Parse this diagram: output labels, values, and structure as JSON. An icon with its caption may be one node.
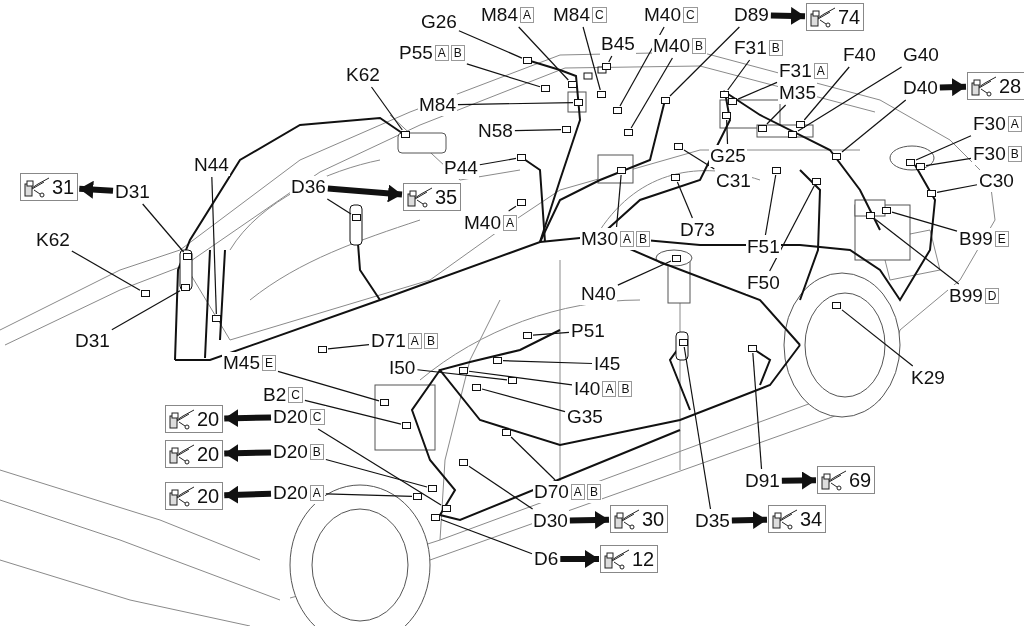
{
  "diagram": {
    "nodes": [
      {
        "text": [
          "G26"
        ]
      },
      {
        "text": [
          "M84",
          "A"
        ]
      },
      {
        "text": [
          "M84",
          "C"
        ]
      },
      {
        "text": [
          "M40",
          "C"
        ]
      },
      {
        "text": [
          "D89"
        ]
      },
      {
        "text": [
          "B45"
        ]
      },
      {
        "text": [
          "P55",
          "A",
          "B"
        ]
      },
      {
        "text": [
          "M40",
          "B"
        ]
      },
      {
        "text": [
          "K62"
        ]
      },
      {
        "text": [
          "F31",
          "B"
        ]
      },
      {
        "text": [
          "F31",
          "A"
        ]
      },
      {
        "text": [
          "F40"
        ]
      },
      {
        "text": [
          "G40"
        ]
      },
      {
        "text": [
          "M35"
        ]
      },
      {
        "text": [
          "D40"
        ]
      },
      {
        "text": [
          "M84"
        ]
      },
      {
        "text": [
          "N58"
        ]
      },
      {
        "text": [
          "F30",
          "A"
        ]
      },
      {
        "text": [
          "G25"
        ]
      },
      {
        "text": [
          "F30",
          "B"
        ]
      },
      {
        "text": [
          "C31"
        ]
      },
      {
        "text": [
          "N44"
        ]
      },
      {
        "text": [
          "P44"
        ]
      },
      {
        "text": [
          "D36"
        ]
      },
      {
        "text": [
          "D31"
        ]
      },
      {
        "text": [
          "C30"
        ]
      },
      {
        "text": [
          "K62"
        ]
      },
      {
        "text": [
          "M40",
          "A"
        ]
      },
      {
        "text": [
          "D73"
        ]
      },
      {
        "text": [
          "M30",
          "A",
          "B"
        ]
      },
      {
        "text": [
          "F51"
        ]
      },
      {
        "text": [
          "B99",
          "E"
        ]
      },
      {
        "text": [
          "F50"
        ]
      },
      {
        "text": [
          "N40"
        ]
      },
      {
        "text": [
          "B99",
          "D"
        ]
      },
      {
        "text": [
          "D31"
        ]
      },
      {
        "text": [
          "D71",
          "A",
          "B"
        ]
      },
      {
        "text": [
          "P51"
        ]
      },
      {
        "text": [
          "I50"
        ]
      },
      {
        "text": [
          "M45",
          "E"
        ]
      },
      {
        "text": [
          "I45"
        ]
      },
      {
        "text": [
          "B2",
          "C"
        ]
      },
      {
        "text": [
          "I40",
          "A",
          "B"
        ]
      },
      {
        "text": [
          "G35"
        ]
      },
      {
        "text": [
          "D20",
          "C"
        ]
      },
      {
        "text": [
          "D20",
          "B"
        ]
      },
      {
        "text": [
          "D20",
          "A"
        ]
      },
      {
        "text": [
          "D70",
          "A",
          "B"
        ]
      },
      {
        "text": [
          "D30"
        ]
      },
      {
        "text": [
          "D35"
        ]
      },
      {
        "text": [
          "D91"
        ]
      },
      {
        "text": [
          "K29"
        ]
      },
      {
        "text": [
          "D6"
        ]
      },
      {
        "text": [
          "74"
        ]
      },
      {
        "text": [
          "28"
        ]
      },
      {
        "text": [
          "35"
        ]
      },
      {
        "text": [
          "31"
        ]
      },
      {
        "text": [
          "20"
        ]
      },
      {
        "text": [
          "20"
        ]
      },
      {
        "text": [
          "20"
        ]
      },
      {
        "text": [
          "30"
        ]
      },
      {
        "text": [
          "34"
        ]
      },
      {
        "text": [
          "69"
        ]
      },
      {
        "text": [
          "12"
        ]
      },
      {
        "text": [],
        "shape": "box"
      },
      {
        "text": [],
        "shape": "box"
      },
      {
        "text": [],
        "shape": "box"
      },
      {
        "text": [],
        "shape": "box"
      },
      {
        "text": [],
        "shape": "box"
      },
      {
        "text": [],
        "shape": "box"
      },
      {
        "text": [],
        "shape": "box"
      },
      {
        "text": [],
        "shape": "box"
      },
      {
        "text": [],
        "shape": "box"
      },
      {
        "text": [],
        "shape": "box"
      },
      {
        "text": [],
        "shape": "box"
      },
      {
        "text": [],
        "shape": "box"
      },
      {
        "text": [],
        "shape": "box"
      },
      {
        "text": [],
        "shape": "box"
      },
      {
        "text": [],
        "shape": "box"
      },
      {
        "text": [],
        "shape": "box"
      },
      {
        "text": [],
        "shape": "box"
      },
      {
        "text": [],
        "shape": "box"
      },
      {
        "text": [],
        "shape": "box"
      },
      {
        "text": [],
        "shape": "box"
      },
      {
        "text": [],
        "shape": "box"
      },
      {
        "text": [],
        "shape": "box"
      },
      {
        "text": [],
        "shape": "box"
      },
      {
        "text": [],
        "shape": "box"
      },
      {
        "text": [],
        "shape": "box"
      },
      {
        "text": [],
        "shape": "box"
      },
      {
        "text": [],
        "shape": "box"
      },
      {
        "text": [],
        "shape": "box"
      },
      {
        "text": [],
        "shape": "box"
      },
      {
        "text": [],
        "shape": "box"
      },
      {
        "text": [],
        "shape": "box"
      },
      {
        "text": [],
        "shape": "box"
      },
      {
        "text": [],
        "shape": "box"
      },
      {
        "text": [],
        "shape": "box"
      },
      {
        "text": [],
        "shape": "box"
      },
      {
        "text": [],
        "shape": "box"
      },
      {
        "text": [],
        "shape": "box"
      },
      {
        "text": [],
        "shape": "box"
      },
      {
        "text": [],
        "shape": "box"
      },
      {
        "text": [],
        "shape": "box"
      },
      {
        "text": [],
        "shape": "box"
      },
      {
        "text": [],
        "shape": "box"
      },
      {
        "text": [],
        "shape": "box"
      },
      {
        "text": [],
        "shape": "box"
      },
      {
        "text": [],
        "shape": "box"
      },
      {
        "text": [],
        "shape": "box"
      },
      {
        "text": [],
        "shape": "box"
      },
      {
        "text": [],
        "shape": "box"
      },
      {
        "text": [],
        "shape": "box"
      },
      {
        "text": [],
        "shape": "box"
      },
      {
        "text": [],
        "shape": "box"
      },
      {
        "text": [],
        "shape": "box"
      },
      {
        "text": [],
        "shape": "box"
      }
    ],
    "edges": [
      {
        "from": 0,
        "to": 64,
        "arrow": "none"
      },
      {
        "from": 1,
        "to": 65,
        "arrow": "none"
      },
      {
        "from": 2,
        "to": 66,
        "arrow": "none"
      },
      {
        "from": 3,
        "to": 67,
        "arrow": "none"
      },
      {
        "from": 4,
        "to": 68,
        "arrow": "none"
      },
      {
        "from": 5,
        "to": 69,
        "arrow": "none"
      },
      {
        "from": 6,
        "to": 70,
        "arrow": "none"
      },
      {
        "from": 7,
        "to": 71,
        "arrow": "none"
      },
      {
        "from": 8,
        "to": 72,
        "arrow": "none"
      },
      {
        "from": 9,
        "to": 73,
        "arrow": "none"
      },
      {
        "from": 10,
        "to": 74,
        "arrow": "none"
      },
      {
        "from": 11,
        "to": 75,
        "arrow": "none"
      },
      {
        "from": 12,
        "to": 76,
        "arrow": "none"
      },
      {
        "from": 13,
        "to": 77,
        "arrow": "none"
      },
      {
        "from": 14,
        "to": 78,
        "arrow": "none"
      },
      {
        "from": 15,
        "to": 79,
        "arrow": "none"
      },
      {
        "from": 16,
        "to": 80,
        "arrow": "none"
      },
      {
        "from": 17,
        "to": 81,
        "arrow": "none"
      },
      {
        "from": 18,
        "to": 82,
        "arrow": "none"
      },
      {
        "from": 19,
        "to": 83,
        "arrow": "none"
      },
      {
        "from": 20,
        "to": 84,
        "arrow": "none"
      },
      {
        "from": 21,
        "to": 85,
        "arrow": "none"
      },
      {
        "from": 22,
        "to": 86,
        "arrow": "none"
      },
      {
        "from": 23,
        "to": 87,
        "arrow": "none"
      },
      {
        "from": 24,
        "to": 88,
        "arrow": "none"
      },
      {
        "from": 25,
        "to": 89,
        "arrow": "none"
      },
      {
        "from": 26,
        "to": 90,
        "arrow": "none"
      },
      {
        "from": 27,
        "to": 91,
        "arrow": "none"
      },
      {
        "from": 28,
        "to": 92,
        "arrow": "none"
      },
      {
        "from": 29,
        "to": 93,
        "arrow": "none"
      },
      {
        "from": 30,
        "to": 94,
        "arrow": "none"
      },
      {
        "from": 31,
        "to": 95,
        "arrow": "none"
      },
      {
        "from": 32,
        "to": 96,
        "arrow": "none"
      },
      {
        "from": 33,
        "to": 97,
        "arrow": "none"
      },
      {
        "from": 34,
        "to": 98,
        "arrow": "none"
      },
      {
        "from": 35,
        "to": 99,
        "arrow": "none"
      },
      {
        "from": 36,
        "to": 100,
        "arrow": "none"
      },
      {
        "from": 37,
        "to": 101,
        "arrow": "none"
      },
      {
        "from": 38,
        "to": 102,
        "arrow": "none"
      },
      {
        "from": 39,
        "to": 103,
        "arrow": "none"
      },
      {
        "from": 40,
        "to": 104,
        "arrow": "none"
      },
      {
        "from": 41,
        "to": 105,
        "arrow": "none"
      },
      {
        "from": 42,
        "to": 106,
        "arrow": "none"
      },
      {
        "from": 43,
        "to": 107,
        "arrow": "none"
      },
      {
        "from": 44,
        "to": 108,
        "arrow": "none"
      },
      {
        "from": 45,
        "to": 109,
        "arrow": "none"
      },
      {
        "from": 46,
        "to": 110,
        "arrow": "none"
      },
      {
        "from": 47,
        "to": 111,
        "arrow": "none"
      },
      {
        "from": 48,
        "to": 112,
        "arrow": "none"
      },
      {
        "from": 49,
        "to": 113,
        "arrow": "none"
      },
      {
        "from": 50,
        "to": 114,
        "arrow": "none"
      },
      {
        "from": 51,
        "to": 115,
        "arrow": "none"
      },
      {
        "from": 52,
        "to": 116,
        "arrow": "none"
      },
      {
        "from": 4,
        "to": 53,
        "arrow": "to",
        "style": "thick"
      },
      {
        "from": 14,
        "to": 54,
        "arrow": "to",
        "style": "thick"
      },
      {
        "from": 23,
        "to": 55,
        "arrow": "to",
        "style": "thick"
      },
      {
        "from": 24,
        "to": 56,
        "arrow": "to",
        "style": "thick"
      },
      {
        "from": 44,
        "to": 57,
        "arrow": "to",
        "style": "thick"
      },
      {
        "from": 45,
        "to": 58,
        "arrow": "to",
        "style": "thick"
      },
      {
        "from": 46,
        "to": 59,
        "arrow": "to",
        "style": "thick"
      },
      {
        "from": 48,
        "to": 60,
        "arrow": "to",
        "style": "thick"
      },
      {
        "from": 49,
        "to": 61,
        "arrow": "to",
        "style": "thick"
      },
      {
        "from": 50,
        "to": 62,
        "arrow": "to",
        "style": "thick"
      },
      {
        "from": 52,
        "to": 63,
        "arrow": "to",
        "style": "thick"
      }
    ]
  }
}
